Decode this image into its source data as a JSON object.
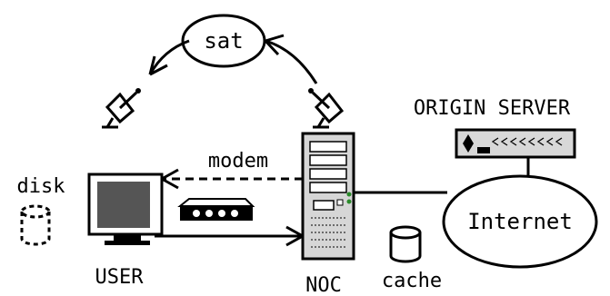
{
  "labels": {
    "satellite": "sat",
    "origin_server": "ORIGIN SERVER",
    "modem": "modem",
    "disk": "disk",
    "internet": "Internet",
    "user": "USER",
    "noc": "NOC",
    "cache": "cache"
  }
}
